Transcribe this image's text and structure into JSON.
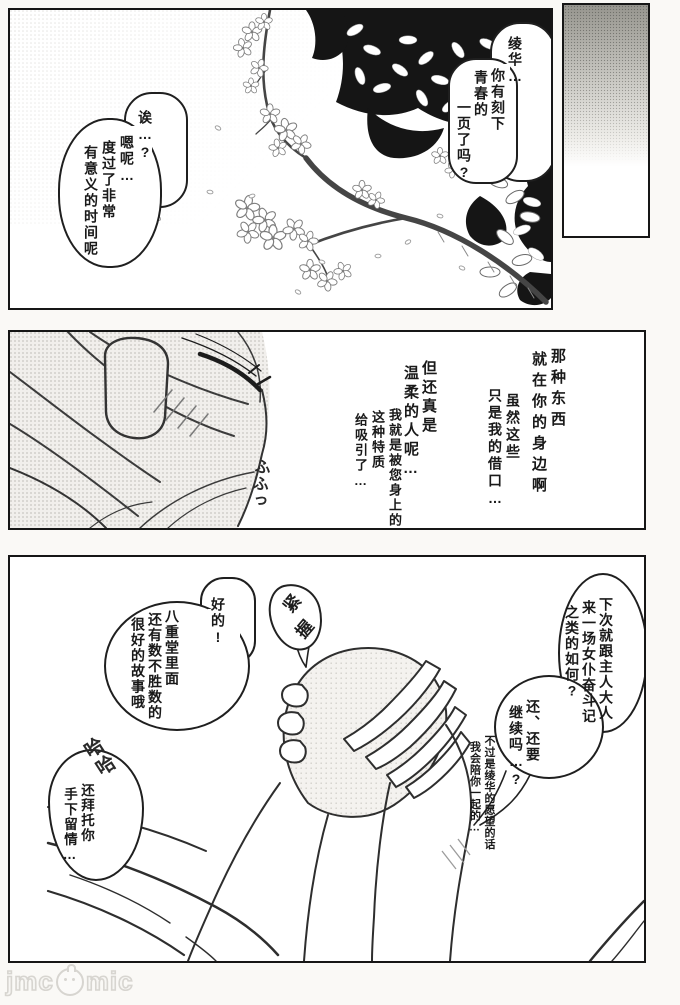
{
  "page": {
    "paper_color": "#faf9f6",
    "ink_color": "#1a1a1a",
    "tone_color": "#c9c7c2"
  },
  "watermark": {
    "left": "jmc",
    "right": "mic"
  },
  "panel1": {
    "art": "blossom-branch-with-dark-foliage",
    "bubble_right": {
      "cols": [
        "绫华…",
        "你有刻下",
        "青春的",
        "一页了吗?"
      ]
    },
    "bubble_left": {
      "cols": [
        "诶…?",
        "嗯呢…",
        "度过了非常",
        "有意义的时间呢"
      ]
    }
  },
  "panel2": {
    "art": "blushing-face-closeup",
    "text_blocks": [
      {
        "cols": [
          "那种东西",
          "就在你的身边啊"
        ]
      },
      {
        "cols": [
          "虽然这些",
          "只是我的借口…"
        ]
      },
      {
        "cols": [
          "但还真是",
          "温柔的人呢…"
        ]
      },
      {
        "cols": [
          "我就是被您身上的",
          "这种特质",
          "给吸引了…"
        ]
      }
    ],
    "sfx_giggle": "ふふっ"
  },
  "panel3": {
    "art": "clasped-hands",
    "bubble_maid": {
      "cols": [
        "下次就跟主人大人",
        "来一场女仆奋斗记",
        "之类的如何?"
      ]
    },
    "bubble_continue": {
      "cols": [
        "还、还要",
        "继续吗…?"
      ]
    },
    "float_text": {
      "cols": [
        "不过是绫华的愿望的话",
        "我会陪你一起的…"
      ]
    },
    "bubble_ok": {
      "cols": [
        "好的!"
      ]
    },
    "bubble_stories": {
      "cols": [
        "八重堂里面",
        "还有数不胜数的",
        "很好的故事哦"
      ]
    },
    "sfx_laugh": "哈哈",
    "bubble_mercy": {
      "cols": [
        "还拜托你",
        "手下留情…"
      ]
    },
    "sfx_grip": {
      "chars": [
        "紧",
        "握"
      ]
    }
  }
}
